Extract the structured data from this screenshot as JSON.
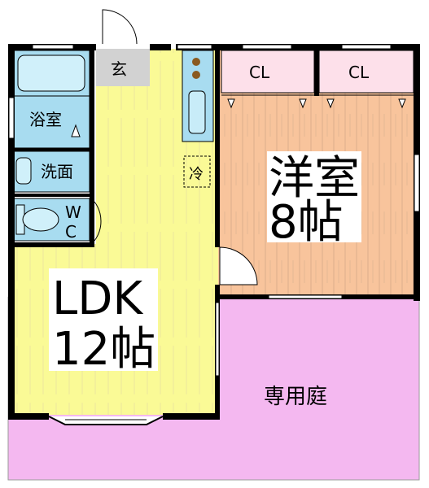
{
  "rooms": {
    "genkan": "玄",
    "bath": "浴室",
    "washroom": "洗面",
    "toilet_w": "W",
    "toilet_c": "C",
    "fridge": "冷",
    "cl_left": "CL",
    "cl_right": "CL",
    "ldk_name": "LDK",
    "ldk_size": "12帖",
    "western_name": "洋室",
    "western_size": "8帖",
    "garden": "専用庭"
  },
  "colors": {
    "ldk": "#fafa96",
    "western_room": "#f8c49c",
    "garden": "#f4b8f0",
    "closet": "#fde0ea",
    "wet_area": "#a8dcf0",
    "genkan": "#d2d2d2",
    "wall": "#000000"
  }
}
